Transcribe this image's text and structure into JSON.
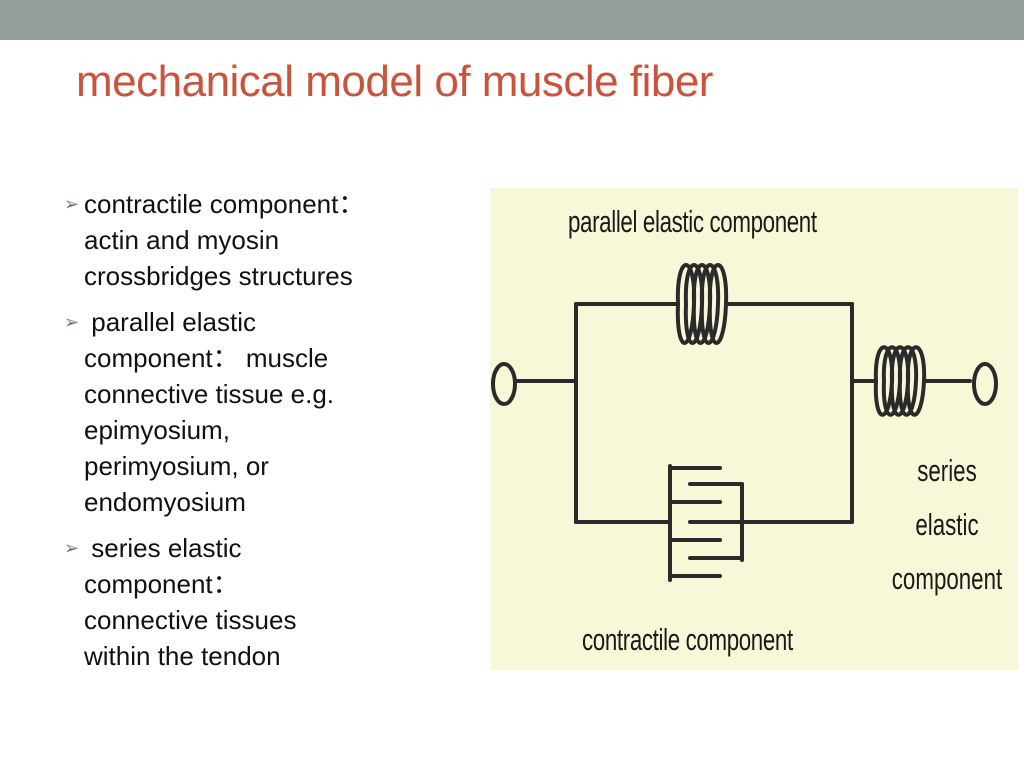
{
  "slide": {
    "title": "mechanical model of muscle fiber"
  },
  "bullets": {
    "marker": "➢",
    "items": [
      {
        "text": "contractile component：\nactin and myosin\ncrossbridges structures"
      },
      {
        "text": " parallel elastic\ncomponent： muscle\nconnective tissue e.g.\nepimyosium,\nperimyosium, or\nendomyosium"
      },
      {
        "text": " series elastic\ncomponent：\nconnective tissues\nwithin the tendon"
      }
    ]
  },
  "diagram": {
    "labels": {
      "parallel": "parallel elastic component",
      "series_line1": "series",
      "series_line2": "elastic",
      "series_line3": "component",
      "contractile": "contractile component"
    },
    "colors": {
      "background": "#f8f8d8",
      "stroke": "#2a2a2a"
    }
  },
  "theme": {
    "title_color": "#c9533d",
    "band_color": "#939f98"
  }
}
